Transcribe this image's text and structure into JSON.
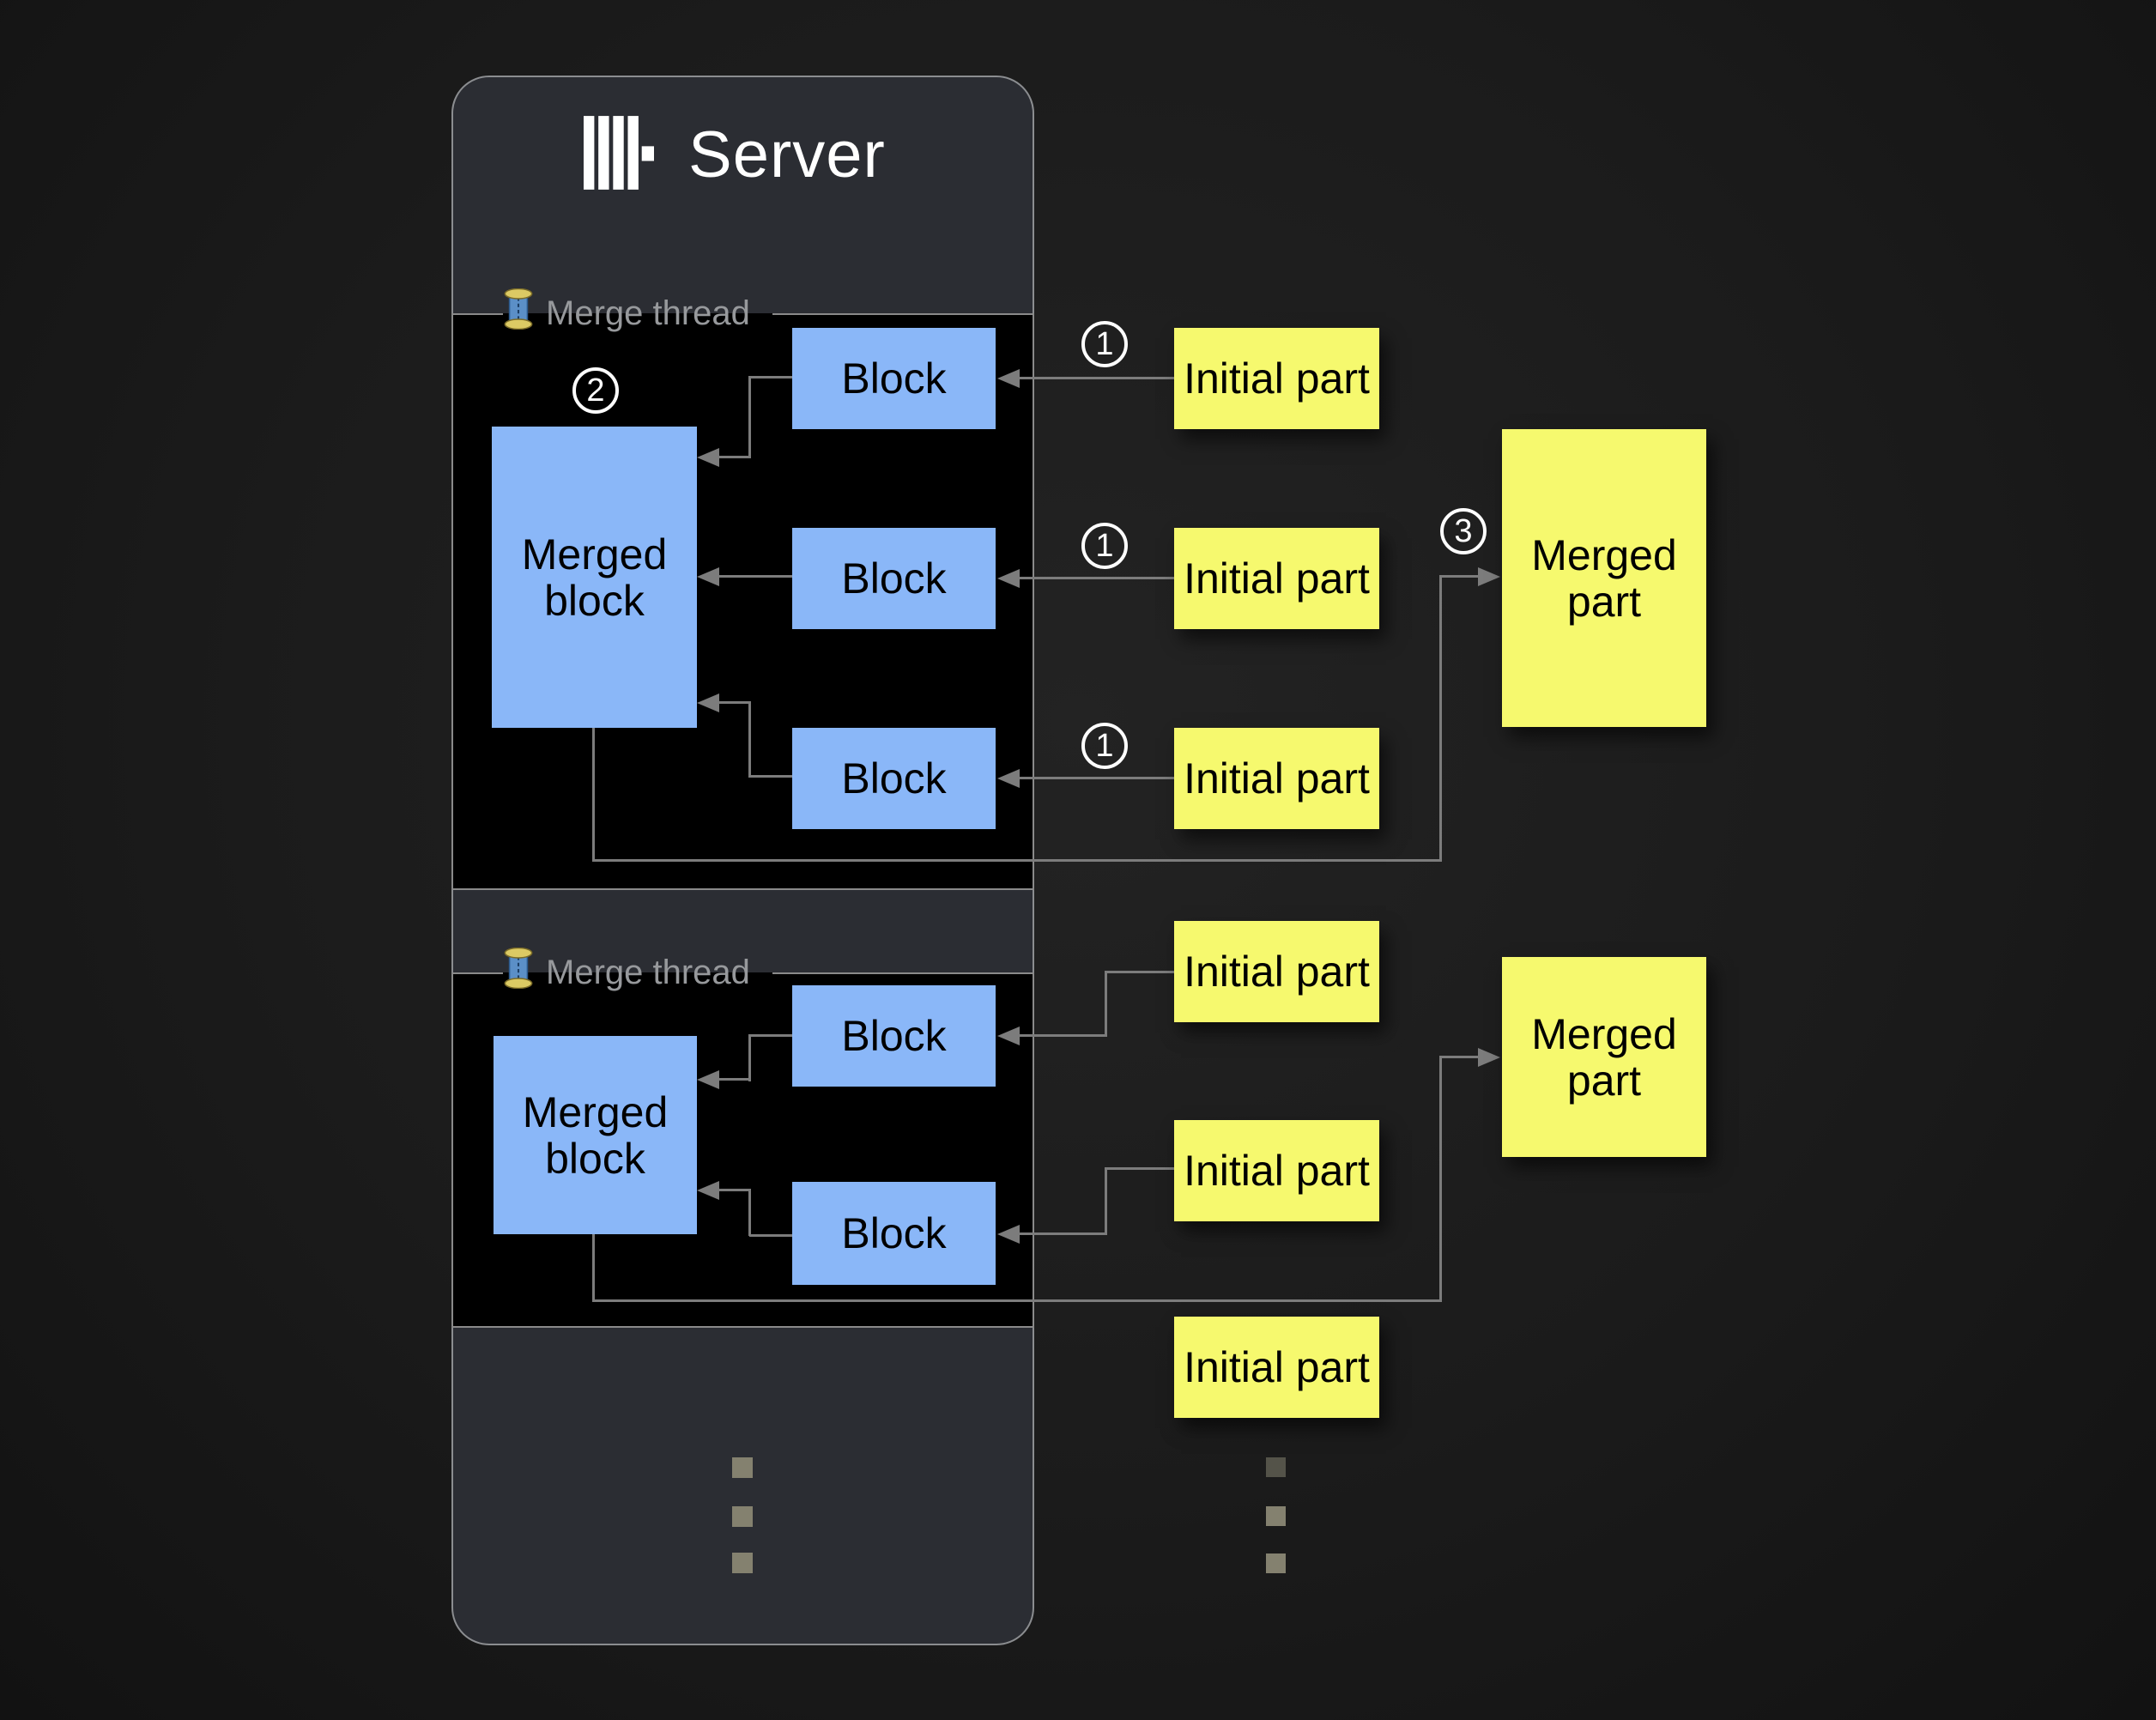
{
  "colors": {
    "background": "#1b1b1b",
    "server_fill": "#2b2d33",
    "server_border": "#8b8d90",
    "panel_fill": "#000000",
    "panel_border": "#8a8a8a",
    "block_blue": "#8ab7f8",
    "part_yellow": "#f6f96e",
    "connector_gray": "#7c7c7c",
    "label_gray": "#97999c",
    "text_white": "#ffffff",
    "text_black": "#000000"
  },
  "server": {
    "title": "Server",
    "logo_icon": "clickhouse-logo-icon"
  },
  "merge_threads": [
    {
      "label": "Merge thread",
      "icon": "thread-spool-icon",
      "merged_block": {
        "label": "Merged block",
        "step": "2"
      },
      "blocks": [
        "Block",
        "Block",
        "Block"
      ]
    },
    {
      "label": "Merge thread",
      "icon": "thread-spool-icon",
      "merged_block": {
        "label": "Merged block"
      },
      "blocks": [
        "Block",
        "Block"
      ]
    }
  ],
  "groups": [
    {
      "initial_parts": [
        {
          "label": "Initial part",
          "step": "1"
        },
        {
          "label": "Initial part",
          "step": "1"
        },
        {
          "label": "Initial part",
          "step": "1"
        }
      ],
      "merged_part": {
        "label": "Merged part",
        "step": "3"
      }
    },
    {
      "initial_parts": [
        {
          "label": "Initial part"
        },
        {
          "label": "Initial part"
        },
        {
          "label": "Initial part"
        }
      ],
      "merged_part": {
        "label": "Merged part"
      }
    }
  ],
  "ellipsis": {
    "left_dots": 3,
    "right_dots": 3
  }
}
